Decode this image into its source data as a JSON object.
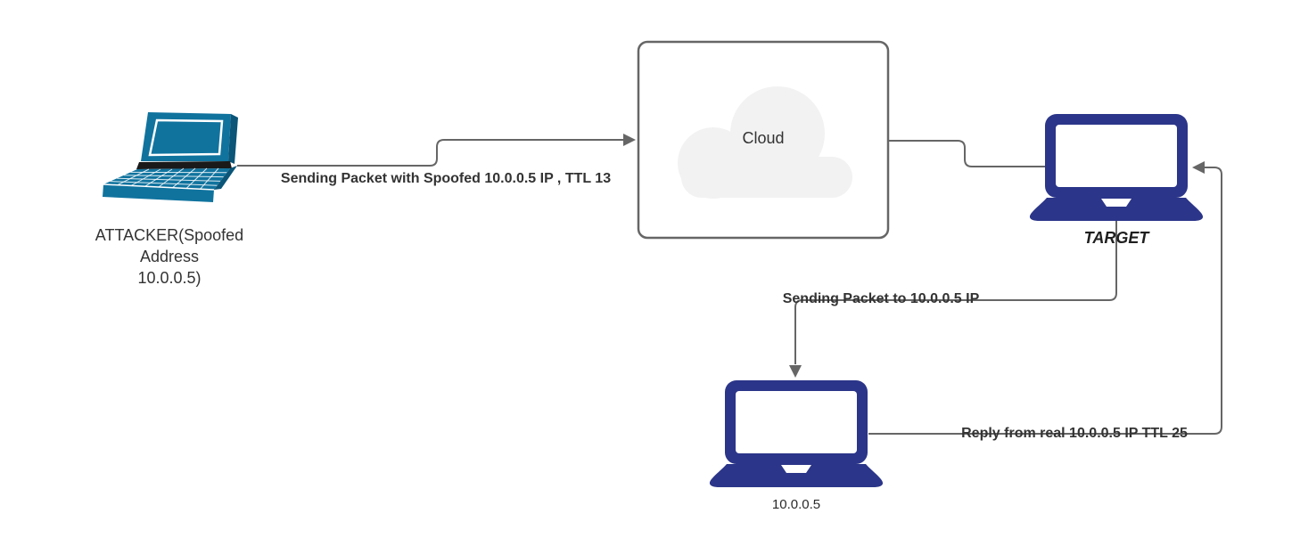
{
  "diagram": {
    "title": "IP spoofing network flow",
    "background_color": "#ffffff",
    "colors": {
      "attacker_laptop_fill": "#10739E",
      "attacker_laptop_dark": "#0A5578",
      "target_laptop_fill": "#2B3589",
      "connector_stroke": "#666666",
      "cloud_box_border": "#666666",
      "cloud_shape_fill": "#F2F2F2",
      "label_text": "#333333"
    },
    "nodes": [
      {
        "id": "attacker",
        "icon": "laptop-perspective-icon",
        "label": "ATTACKER(Spoofed\nAddress\n10.0.0.5)"
      },
      {
        "id": "cloud",
        "icon": "cloud-icon",
        "label": "Cloud"
      },
      {
        "id": "target",
        "icon": "laptop-icon",
        "label": "TARGET"
      },
      {
        "id": "real-host",
        "icon": "laptop-icon",
        "label": "10.0.0.5"
      }
    ],
    "edges": [
      {
        "from": "attacker",
        "to": "cloud",
        "arrow": "end",
        "label": "Sending Packet with Spoofed 10.0.0.5 IP , TTL 13"
      },
      {
        "from": "cloud",
        "to": "target",
        "arrow": "none",
        "label": ""
      },
      {
        "from": "target",
        "to": "real-host",
        "arrow": "end",
        "label": "Sending Packet to 10.0.0.5 IP"
      },
      {
        "from": "real-host",
        "to": "target",
        "arrow": "end",
        "label": "Reply from real 10.0.0.5 IP TTL 25"
      }
    ]
  }
}
